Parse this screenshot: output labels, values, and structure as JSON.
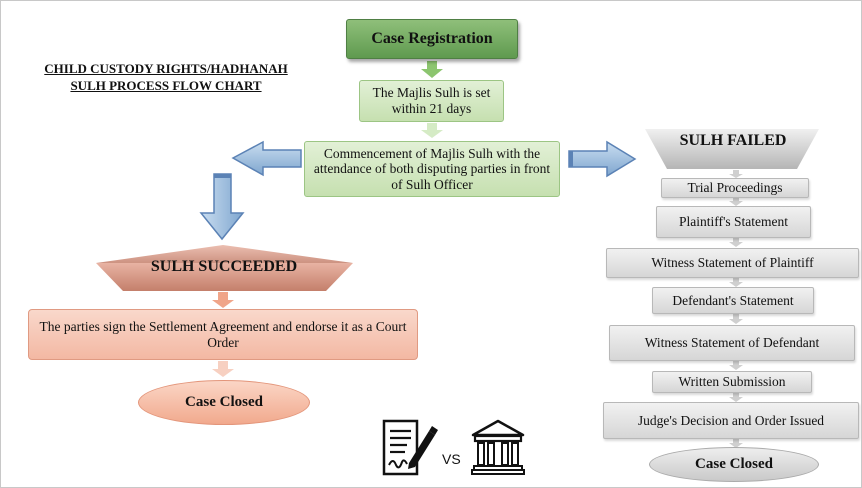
{
  "title": {
    "line1": "CHILD CUSTODY RIGHTS/HADHANAH",
    "line2": "SULH PROCESS FLOW CHART"
  },
  "center_flow": {
    "case_registration": "Case Registration",
    "majlis_set": "The Majlis Sulh is set within 21 days",
    "commencement": "Commencement of Majlis Sulh with the attendance of both disputing parties in front of Sulh Officer"
  },
  "success_branch": {
    "heading": "SULH SUCCEEDED",
    "agreement": "The parties sign the Settlement Agreement and endorse it as a Court Order",
    "closed": "Case Closed"
  },
  "failed_branch": {
    "heading": "SULH FAILED",
    "steps": [
      "Trial Proceedings",
      "Plaintiff's Statement",
      "Witness Statement of Plaintiff",
      "Defendant's Statement",
      "Witness Statement of Defendant",
      "Written Submission",
      "Judge's Decision and Order Issued"
    ],
    "closed": "Case Closed"
  },
  "icons": {
    "left": "signed-document-icon",
    "vs": "VS",
    "right": "courthouse-icon"
  },
  "colors": {
    "green_dark": "#6fa95e",
    "green_light": "#d6ebc6",
    "salmon": "#f3b8a3",
    "salmon_dark": "#c98773",
    "gray": "#d9d9d9",
    "arrow_blue": "#8fb4d9"
  }
}
